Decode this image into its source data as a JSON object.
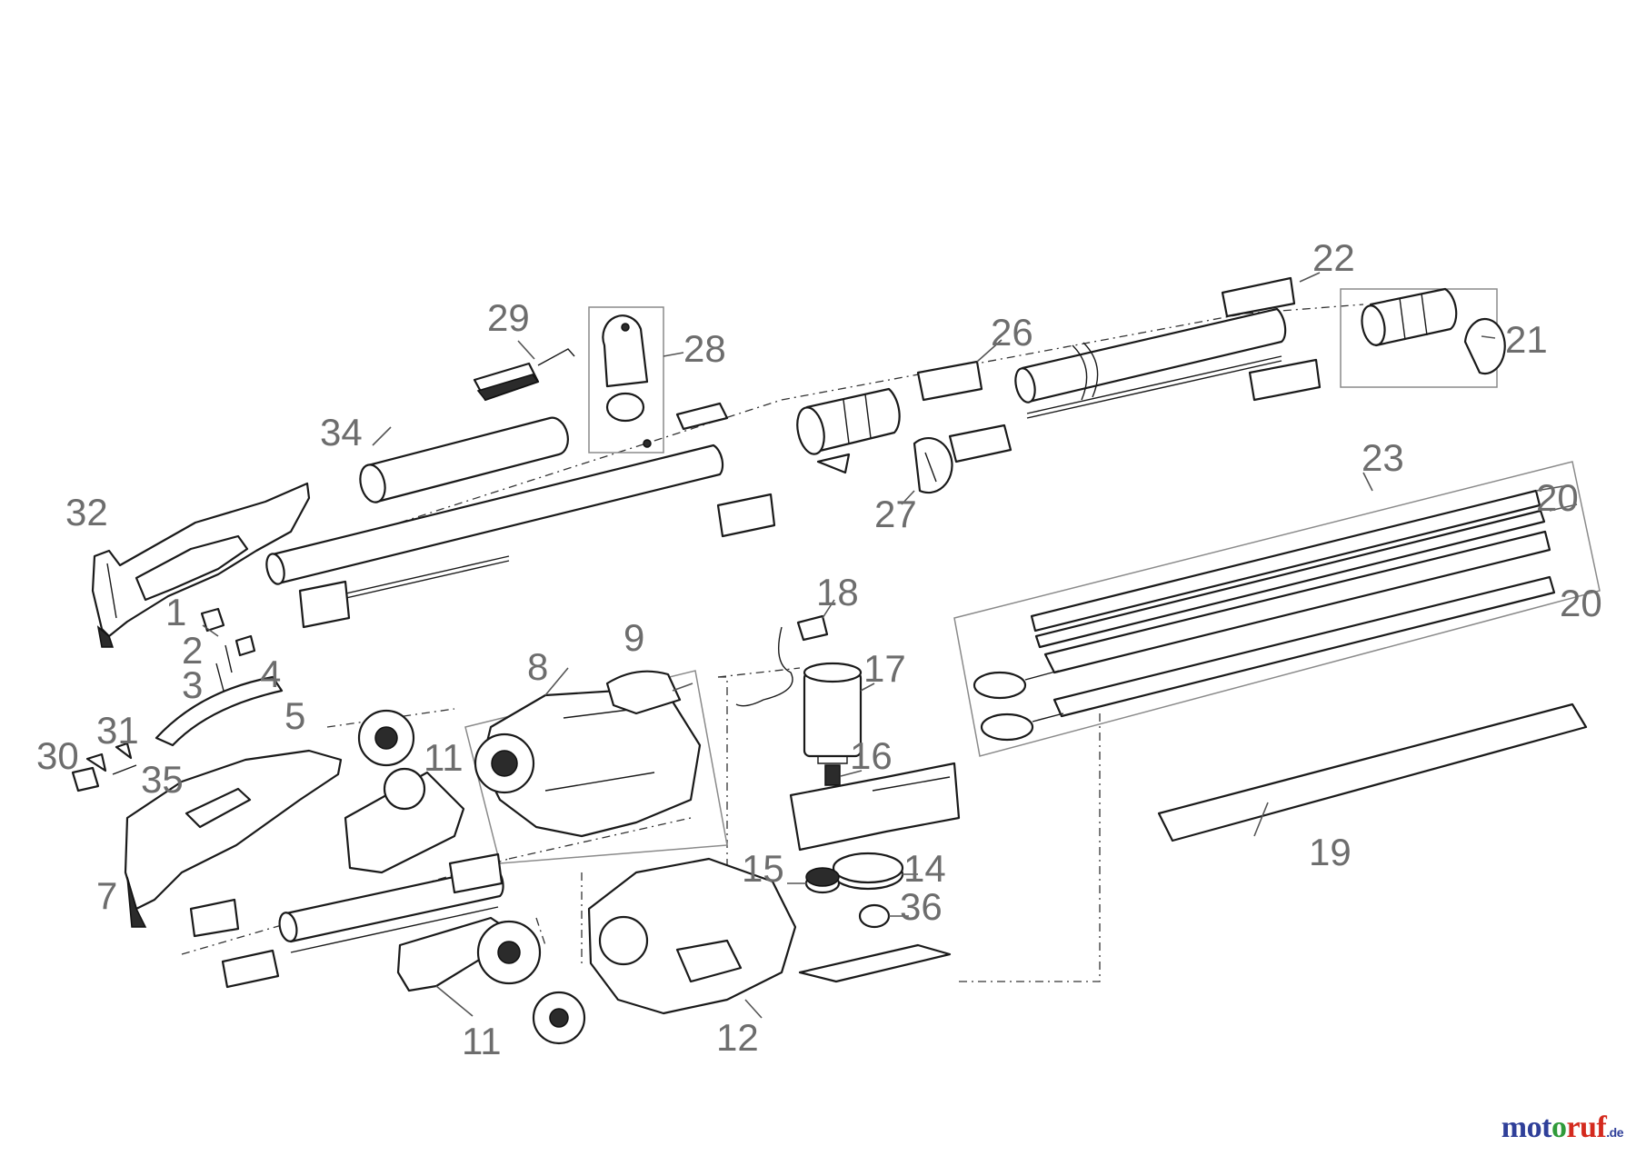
{
  "callouts": [
    {
      "id": "c1",
      "text": "1"
    },
    {
      "id": "c2",
      "text": "2"
    },
    {
      "id": "c3",
      "text": "3"
    },
    {
      "id": "c4",
      "text": "4"
    },
    {
      "id": "c5",
      "text": "5"
    },
    {
      "id": "c7",
      "text": "7"
    },
    {
      "id": "c8",
      "text": "8"
    },
    {
      "id": "c9",
      "text": "9"
    },
    {
      "id": "c11a",
      "text": "11"
    },
    {
      "id": "c11b",
      "text": "11"
    },
    {
      "id": "c12",
      "text": "12"
    },
    {
      "id": "c14",
      "text": "14"
    },
    {
      "id": "c15",
      "text": "15"
    },
    {
      "id": "c16",
      "text": "16"
    },
    {
      "id": "c17",
      "text": "17"
    },
    {
      "id": "c18",
      "text": "18"
    },
    {
      "id": "c19",
      "text": "19"
    },
    {
      "id": "c20a",
      "text": "20"
    },
    {
      "id": "c20b",
      "text": "20"
    },
    {
      "id": "c21",
      "text": "21"
    },
    {
      "id": "c22",
      "text": "22"
    },
    {
      "id": "c23",
      "text": "23"
    },
    {
      "id": "c26",
      "text": "26"
    },
    {
      "id": "c27",
      "text": "27"
    },
    {
      "id": "c28",
      "text": "28"
    },
    {
      "id": "c29",
      "text": "29"
    },
    {
      "id": "c30",
      "text": "30"
    },
    {
      "id": "c31",
      "text": "31"
    },
    {
      "id": "c32",
      "text": "32"
    },
    {
      "id": "c34",
      "text": "34"
    },
    {
      "id": "c35",
      "text": "35"
    },
    {
      "id": "c36",
      "text": "36"
    }
  ],
  "watermark": {
    "part1": "mot",
    "part2": "o",
    "part3": "ruf",
    "suffix": ".de"
  },
  "colors": {
    "line": "#1a1a1a",
    "callout_text": "#6d6d6d",
    "group_box": "#8a8a8a",
    "brand_blue": "#2f3f99",
    "brand_green": "#2f9a3a",
    "brand_red": "#d42a1e"
  }
}
